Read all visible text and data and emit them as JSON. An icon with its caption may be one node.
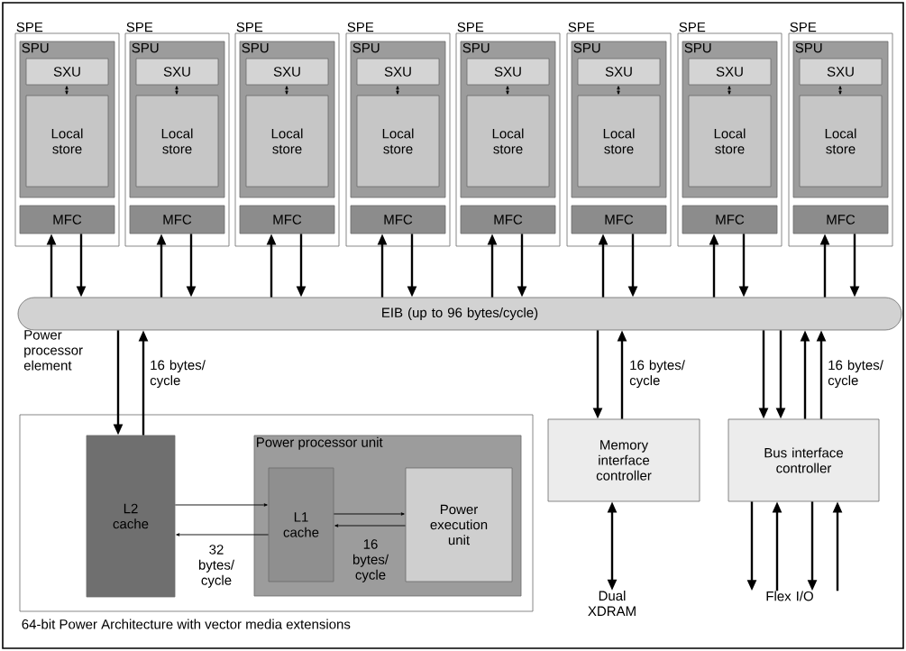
{
  "diagram": {
    "nodes": [
      {
        "text": [
          "SPE"
        ]
      },
      {
        "text": [
          "SPU"
        ],
        "in": 0
      },
      {
        "text": [
          "SXU"
        ],
        "in": 1
      },
      {
        "text": [
          "Local store"
        ],
        "in": 1
      },
      {
        "text": [
          "MFC"
        ],
        "in": 0
      },
      {
        "text": [
          "SPE"
        ]
      },
      {
        "text": [
          "SPU"
        ],
        "in": 5
      },
      {
        "text": [
          "SXU"
        ],
        "in": 6
      },
      {
        "text": [
          "Local store"
        ],
        "in": 6
      },
      {
        "text": [
          "MFC"
        ],
        "in": 5
      },
      {
        "text": [
          "SPE"
        ]
      },
      {
        "text": [
          "SPU"
        ],
        "in": 10
      },
      {
        "text": [
          "SXU"
        ],
        "in": 11
      },
      {
        "text": [
          "Local store"
        ],
        "in": 11
      },
      {
        "text": [
          "MFC"
        ],
        "in": 10
      },
      {
        "text": [
          "SPE"
        ]
      },
      {
        "text": [
          "SPU"
        ],
        "in": 15
      },
      {
        "text": [
          "SXU"
        ],
        "in": 16
      },
      {
        "text": [
          "Local store"
        ],
        "in": 16
      },
      {
        "text": [
          "MFC"
        ],
        "in": 15
      },
      {
        "text": [
          "SPE"
        ]
      },
      {
        "text": [
          "SPU"
        ],
        "in": 20
      },
      {
        "text": [
          "SXU"
        ],
        "in": 21
      },
      {
        "text": [
          "Local store"
        ],
        "in": 21
      },
      {
        "text": [
          "MFC"
        ],
        "in": 20
      },
      {
        "text": [
          "SPE"
        ]
      },
      {
        "text": [
          "SPU"
        ],
        "in": 25
      },
      {
        "text": [
          "SXU"
        ],
        "in": 26
      },
      {
        "text": [
          "Local store"
        ],
        "in": 26
      },
      {
        "text": [
          "MFC"
        ],
        "in": 25
      },
      {
        "text": [
          "SPE"
        ]
      },
      {
        "text": [
          "SPU"
        ],
        "in": 30
      },
      {
        "text": [
          "SXU"
        ],
        "in": 31
      },
      {
        "text": [
          "Local store"
        ],
        "in": 31
      },
      {
        "text": [
          "MFC"
        ],
        "in": 30
      },
      {
        "text": [
          "SPE"
        ]
      },
      {
        "text": [
          "SPU"
        ],
        "in": 35
      },
      {
        "text": [
          "SXU"
        ],
        "in": 36
      },
      {
        "text": [
          "Local store"
        ],
        "in": 36
      },
      {
        "text": [
          "MFC"
        ],
        "in": 35
      },
      {
        "text": [
          "EIB (up to 96 bytes/cycle)"
        ]
      },
      {
        "text": [
          "64-bit Power Architecture with vector media extensions"
        ]
      },
      {
        "text": [
          "L2 cache"
        ],
        "in": 41
      },
      {
        "text": [
          "Power processor unit"
        ],
        "in": 41
      },
      {
        "text": [
          "L1 cache"
        ],
        "in": 43
      },
      {
        "text": [
          "Power execution unit"
        ],
        "in": 43
      },
      {
        "text": [
          "Memory interface controller"
        ]
      },
      {
        "text": [
          "Bus interface controller"
        ]
      },
      {
        "text": [
          "Dual XDRAM"
        ]
      },
      {
        "text": [
          "Flex I/O"
        ]
      }
    ],
    "edges": [
      {
        "from": 2,
        "to": 3,
        "arrow": "both"
      },
      {
        "from": 40,
        "to": 4,
        "arrow": "to"
      },
      {
        "from": 4,
        "to": 40,
        "arrow": "to"
      },
      {
        "from": 7,
        "to": 8,
        "arrow": "both"
      },
      {
        "from": 40,
        "to": 9,
        "arrow": "to"
      },
      {
        "from": 9,
        "to": 40,
        "arrow": "to"
      },
      {
        "from": 12,
        "to": 13,
        "arrow": "both"
      },
      {
        "from": 40,
        "to": 14,
        "arrow": "to"
      },
      {
        "from": 14,
        "to": 40,
        "arrow": "to"
      },
      {
        "from": 17,
        "to": 18,
        "arrow": "both"
      },
      {
        "from": 40,
        "to": 19,
        "arrow": "to"
      },
      {
        "from": 19,
        "to": 40,
        "arrow": "to"
      },
      {
        "from": 22,
        "to": 23,
        "arrow": "both"
      },
      {
        "from": 40,
        "to": 24,
        "arrow": "to"
      },
      {
        "from": 24,
        "to": 40,
        "arrow": "to"
      },
      {
        "from": 27,
        "to": 28,
        "arrow": "both"
      },
      {
        "from": 40,
        "to": 29,
        "arrow": "to"
      },
      {
        "from": 29,
        "to": 40,
        "arrow": "to"
      },
      {
        "from": 32,
        "to": 33,
        "arrow": "both"
      },
      {
        "from": 40,
        "to": 34,
        "arrow": "to"
      },
      {
        "from": 34,
        "to": 40,
        "arrow": "to"
      },
      {
        "from": 37,
        "to": 38,
        "arrow": "both"
      },
      {
        "from": 40,
        "to": 39,
        "arrow": "to"
      },
      {
        "from": 39,
        "to": 40,
        "arrow": "to"
      },
      {
        "from": 40,
        "to": 42,
        "arrow": "to"
      },
      {
        "from": 42,
        "to": 40,
        "arrow": "to",
        "label": "16 bytes/ cycle"
      },
      {
        "from": 42,
        "to": 44,
        "arrow": "to"
      },
      {
        "from": 44,
        "to": 42,
        "arrow": "to",
        "label": "32 bytes/ cycle"
      },
      {
        "from": 44,
        "to": 45,
        "arrow": "to"
      },
      {
        "from": 45,
        "to": 44,
        "arrow": "to",
        "label": "16 bytes/ cycle"
      },
      {
        "from": 40,
        "to": 46,
        "arrow": "to"
      },
      {
        "from": 46,
        "to": 40,
        "arrow": "to",
        "label": "16 bytes/ cycle"
      },
      {
        "from": 46,
        "to": 48,
        "arrow": "both"
      },
      {
        "from": 40,
        "to": 47,
        "arrow": "to"
      },
      {
        "from": 40,
        "to": 47,
        "arrow": "to"
      },
      {
        "from": 47,
        "to": 40,
        "arrow": "to"
      },
      {
        "from": 47,
        "to": 40,
        "arrow": "to",
        "label": "16 bytes/ cycle"
      },
      {
        "from": 47,
        "to": 49,
        "arrow": "to"
      },
      {
        "from": 49,
        "to": 47,
        "arrow": "to"
      },
      {
        "from": 47,
        "to": 49,
        "arrow": "to"
      },
      {
        "from": 49,
        "to": 47,
        "arrow": "to"
      }
    ],
    "labels": [
      "Power processor element"
    ]
  }
}
